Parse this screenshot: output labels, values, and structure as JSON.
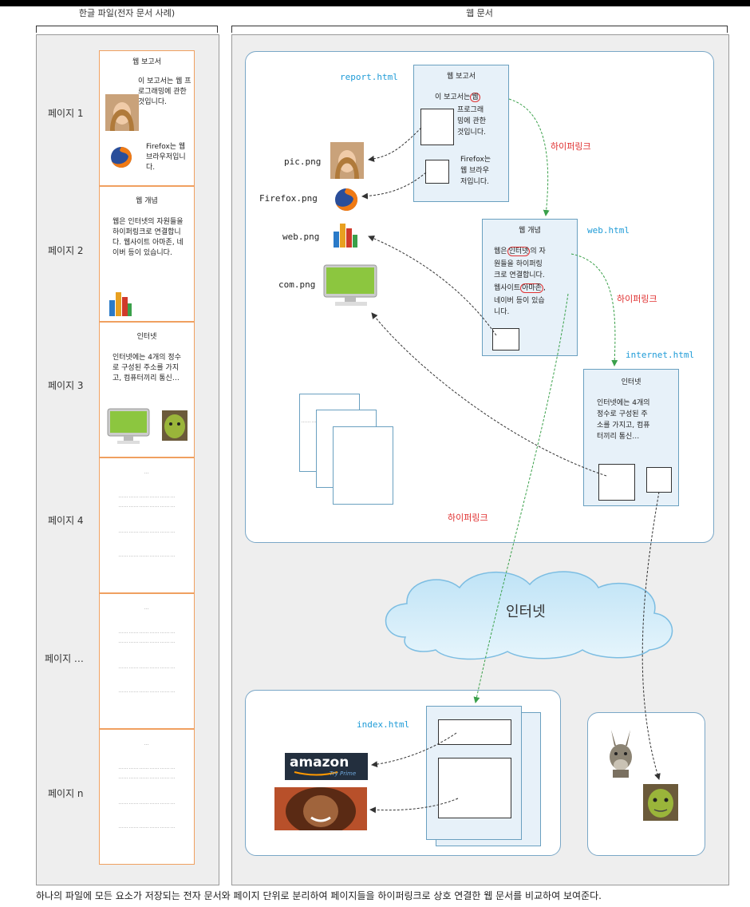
{
  "headers": {
    "left": "한글 파일(전자 문서 사례)",
    "right": "웹 문서"
  },
  "left_pages": [
    {
      "label": "페이지 1",
      "title": "웹 보고서",
      "text1": "이 보고서는 웹 프로그래밍에 관한 것입니다.",
      "text2": "Firefox는 웹 브라우저입니다."
    },
    {
      "label": "페이지 2",
      "title": "웹 개념",
      "text": "웹은 인터넷의 자원들을 하이퍼링크로 연결합니다. 웹사이트 아마존, 네이버 등이 있습니다."
    },
    {
      "label": "페이지 3",
      "title": "인터넷",
      "text": "인터넷에는 4개의 정수로 구성된 주소를 가지고, 컴퓨터끼리 통신…"
    },
    {
      "label": "페이지 4"
    },
    {
      "label": "페이지 …"
    },
    {
      "label": "페이지 n"
    }
  ],
  "dots": {
    "short": "…",
    "long": "……………………………"
  },
  "files": {
    "report": "report.html",
    "web": "web.html",
    "internet": "internet.html",
    "index": "index.html",
    "pic": "pic.png",
    "firefox": "Firefox.png",
    "webpng": "web.png",
    "com": "com.png"
  },
  "report_doc": {
    "title": "웹 보고서",
    "l1a": "이 보고서는",
    "l1b": "웹",
    "l2": "프로그래",
    "l3": "밍에 관한",
    "l4": "것입니다.",
    "f1": "Firefox는",
    "f2": "웹 브라우",
    "f3": "저입니다."
  },
  "web_doc": {
    "title": "웹 개념",
    "l1a": "웹은",
    "l1b": "인터넷",
    "l1c": "의 자",
    "l2": "원들을 하이퍼링",
    "l3": "크로 연결합니다.",
    "l4a": "웹사이트",
    "l4b": "아마존",
    "l4c": ",",
    "l5": "네이버 등이 있습",
    "l6": "니다."
  },
  "internet_doc": {
    "title": "인터넷",
    "l1": "인터넷에는 4개의",
    "l2": "정수로 구성된 주",
    "l3": "소를 가지고, 컴퓨",
    "l4": "터끼리 통신…"
  },
  "hyperlink": "하이퍼링크",
  "cloud": "인터넷",
  "amazon": {
    "brand": "amazon",
    "sub": "Try Prime"
  },
  "caption": "하나의 파일에 모든 요소가 저장되는 전자 문서와 페이지 단위로 분리하여 페이지들을 하이퍼링크로 상호 연결한 웹 문서를 비교하여 보여준다.",
  "colors": {
    "link_arrow": "#3aa04a",
    "highlight": "#e03030",
    "file_label": "#1e9bd7",
    "page_border": "#f0a060"
  }
}
